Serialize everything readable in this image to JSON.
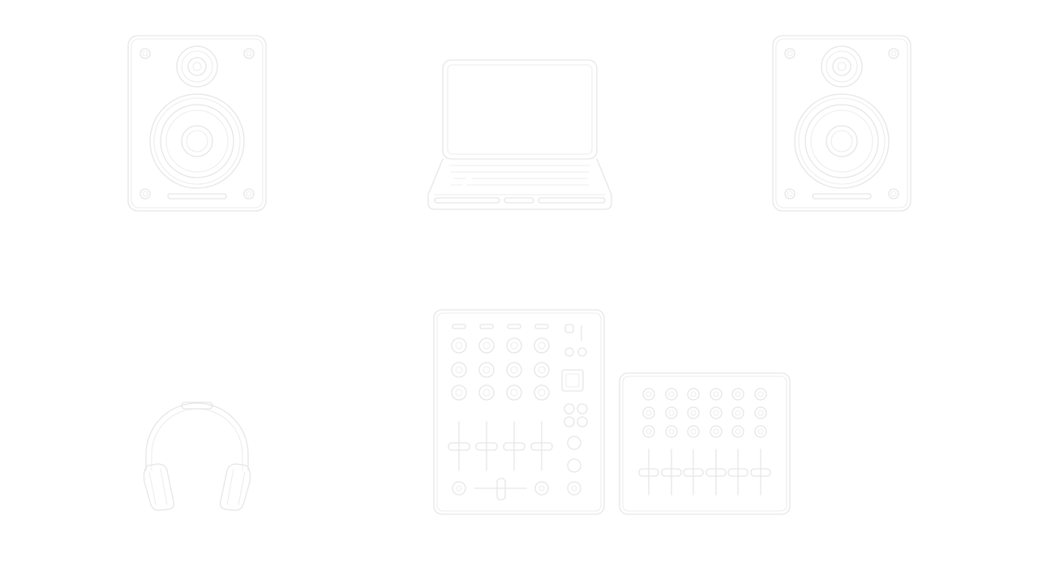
{
  "stroke_color": "#e6e6e6",
  "background_color": "#ffffff",
  "icons": [
    {
      "name": "speaker-icon",
      "side": "left"
    },
    {
      "name": "laptop-icon"
    },
    {
      "name": "speaker-icon",
      "side": "right"
    },
    {
      "name": "headphones-icon"
    },
    {
      "name": "dj-mixer-icon",
      "channels": 4
    },
    {
      "name": "midi-controller-icon",
      "channels": 6
    }
  ]
}
